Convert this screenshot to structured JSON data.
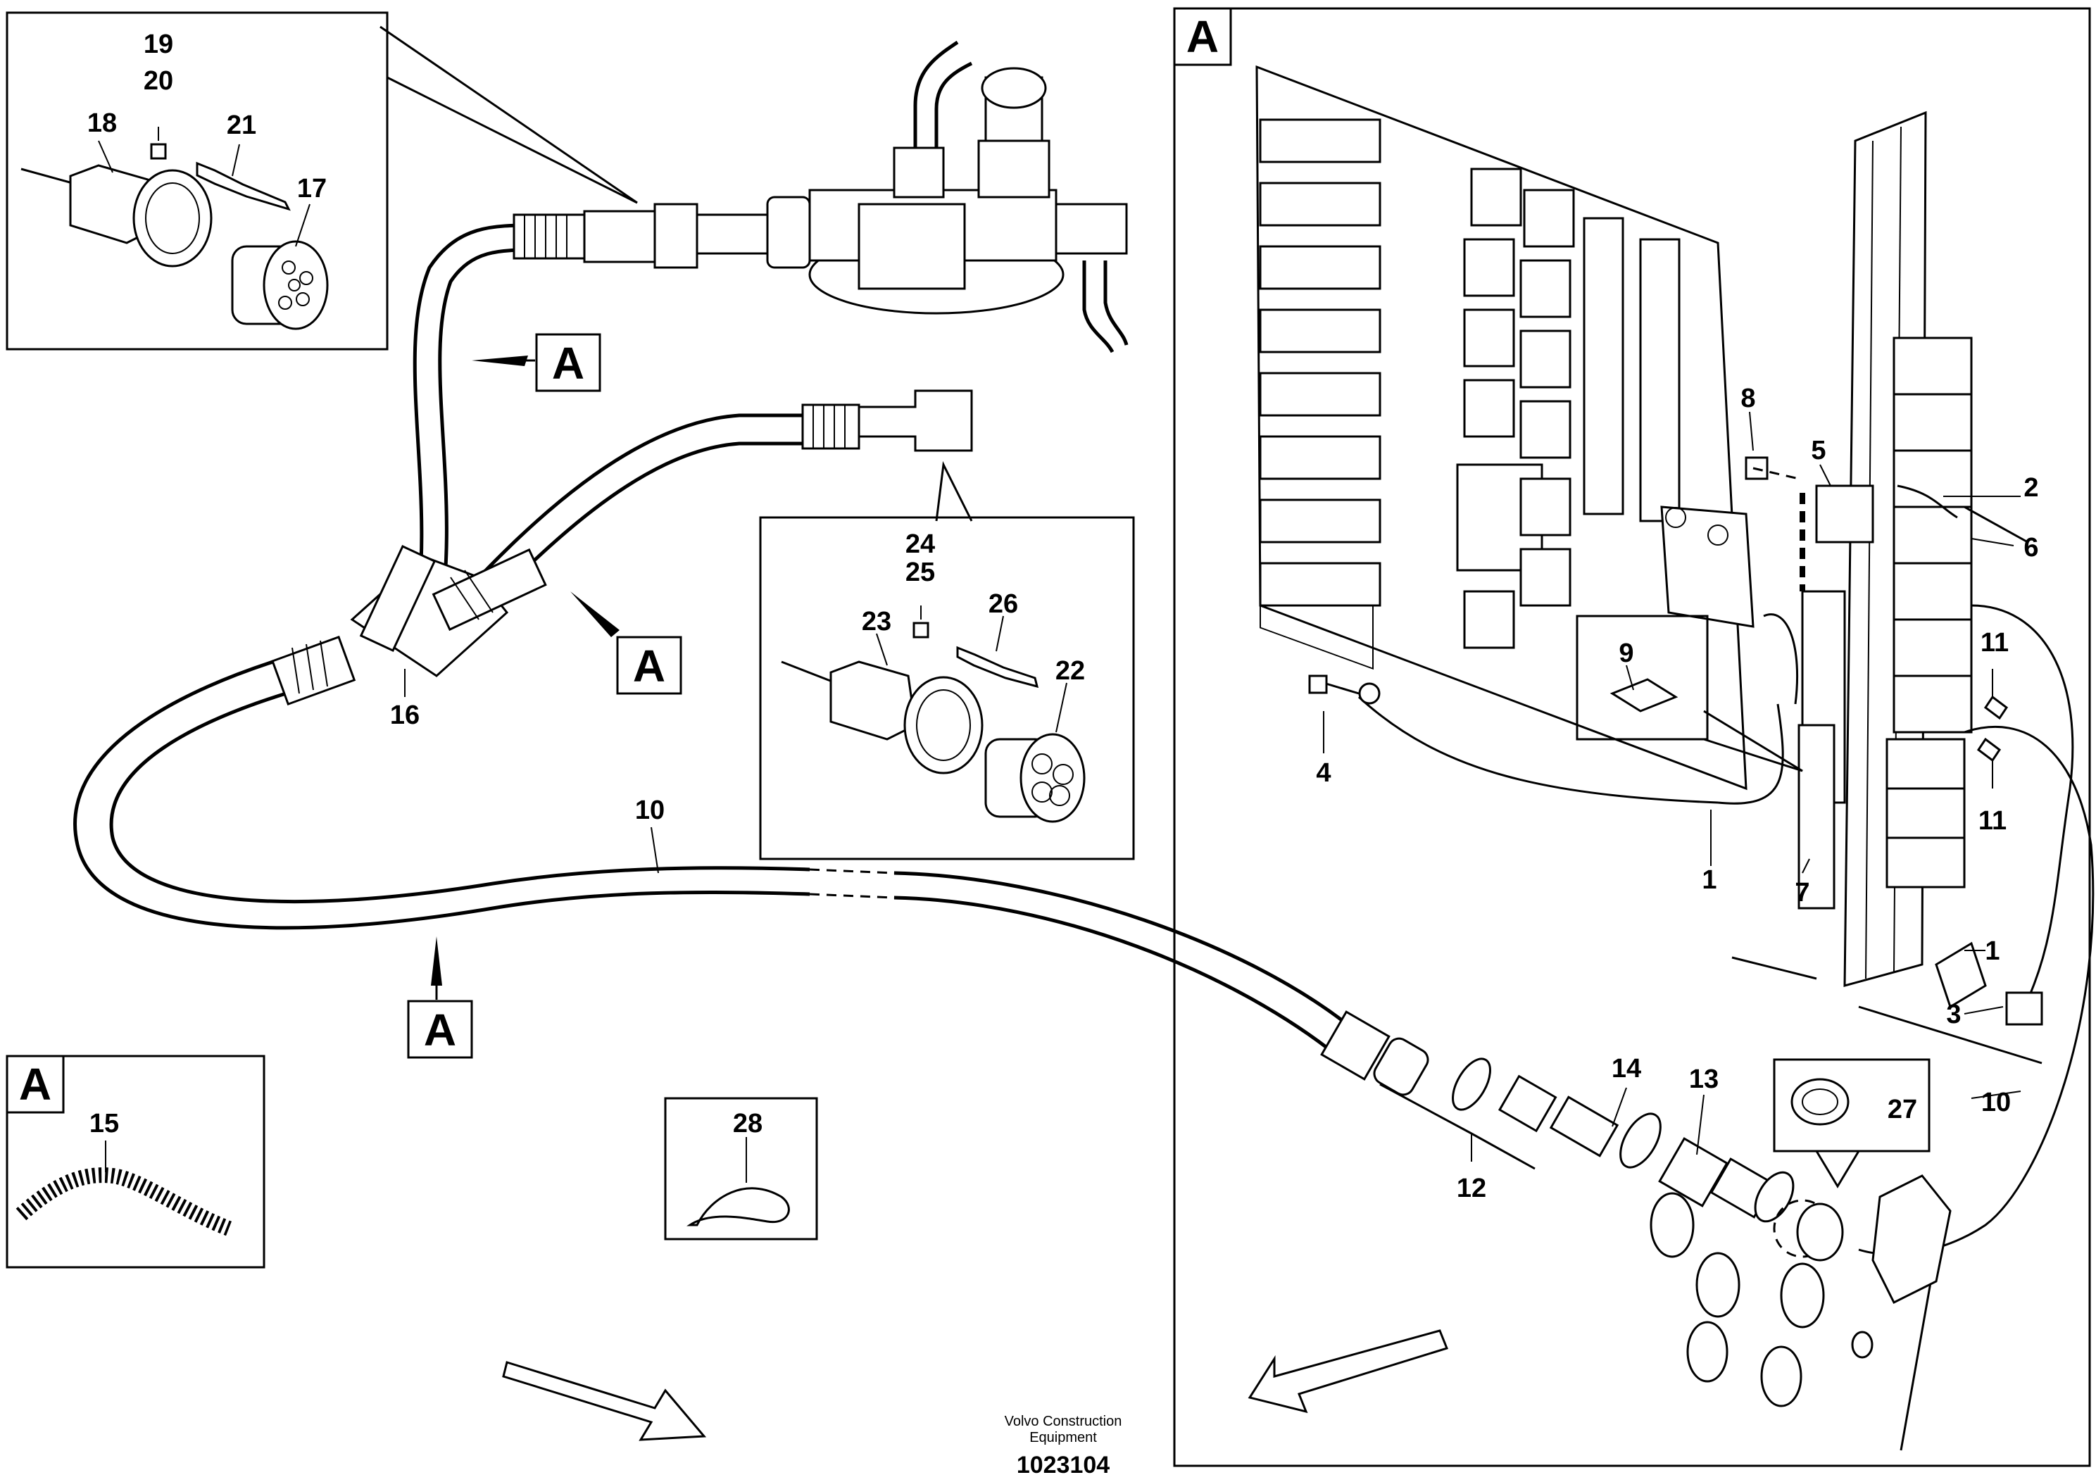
{
  "view_marker": "A",
  "footer": {
    "company_line1": "Volvo Construction",
    "company_line2": "Equipment",
    "drawing_number": "1023104"
  },
  "callouts": {
    "c1a": "1",
    "c1b": "1",
    "c2": "2",
    "c3": "3",
    "c4": "4",
    "c5": "5",
    "c6": "6",
    "c7": "7",
    "c8": "8",
    "c9": "9",
    "c10a": "10",
    "c10b": "10",
    "c11a": "11",
    "c11b": "11",
    "c12": "12",
    "c13": "13",
    "c14": "14",
    "c15": "15",
    "c16": "16",
    "c17": "17",
    "c18": "18",
    "c19": "19",
    "c20": "20",
    "c21": "21",
    "c22": "22",
    "c23": "23",
    "c24": "24",
    "c25": "25",
    "c26": "26",
    "c27": "27",
    "c28": "28"
  }
}
